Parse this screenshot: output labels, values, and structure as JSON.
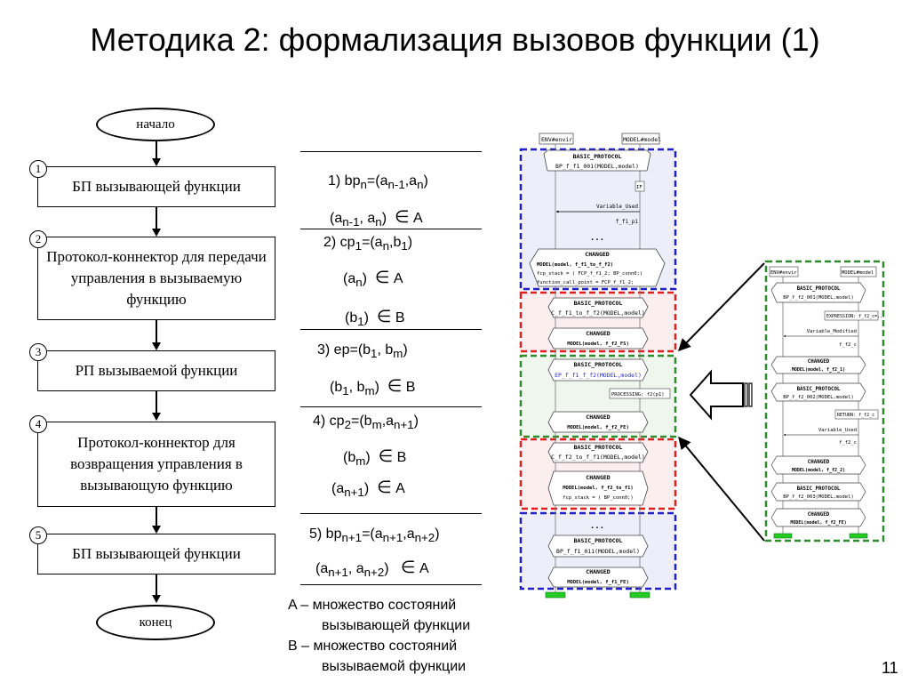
{
  "title": "Методика 2: формализация вызовов функции (1)",
  "flow": {
    "start": "начало",
    "end": "конец",
    "steps": [
      {
        "num": "1",
        "text": "БП вызывающей функции"
      },
      {
        "num": "2",
        "text": "Протокол-коннектор для передачи управления в вызываемую функцию"
      },
      {
        "num": "3",
        "text": "РП вызываемой функции"
      },
      {
        "num": "4",
        "text": "Протокол-коннектор для возвращения управления в вызывающую функцию"
      },
      {
        "num": "5",
        "text": "БП вызывающей функции"
      }
    ]
  },
  "formulas": {
    "f1": {
      "label": "1) bp",
      "sub_main": "n",
      "eq": "=(a",
      "s1": "n-1",
      "mid": ",a",
      "s2": "n",
      "end": ")"
    },
    "f1_set": {
      "a": "(a",
      "s1": "n-1",
      "b": ", a",
      "s2": "n",
      "c": ")",
      "sym": "∈",
      "set": "A"
    },
    "f2": {
      "label": "2) cp",
      "sub_main": "1",
      "eq": "=(a",
      "s1": "n",
      "mid": ",b",
      "s2": "1",
      "end": ")"
    },
    "f2_set1": {
      "a": "(a",
      "s1": "n",
      "c": ")",
      "sym": "∈",
      "set": "A"
    },
    "f2_set2": {
      "a": "(b",
      "s1": "1",
      "c": ")",
      "sym": "∈",
      "set": "B"
    },
    "f3": {
      "label": "3) ep",
      "eq": "=(b",
      "s1": "1",
      "mid": ", b",
      "s2": "m",
      "end": ")"
    },
    "f3_set": {
      "a": "(b",
      "s1": "1",
      "b": ", b",
      "s2": "m",
      "c": ")",
      "sym": "∈",
      "set": "B"
    },
    "f4": {
      "label": "4) cp",
      "sub_main": "2",
      "eq": "=(b",
      "s1": "m",
      "mid": ",a",
      "s2": "n+1",
      "end": ")"
    },
    "f4_set1": {
      "a": "(b",
      "s1": "m",
      "c": ")",
      "sym": "∈",
      "set": "B"
    },
    "f4_set2": {
      "a": "(a",
      "s1": "n+1",
      "c": ")",
      "sym": "∈",
      "set": "A"
    },
    "f5": {
      "label": "5) bp",
      "sub_main": "n+1",
      "eq": "=(a",
      "s1": "n+1",
      "mid": ",a",
      "s2": "n+2",
      "end": ")"
    },
    "f5_set": {
      "a": "(a",
      "s1": "n+1",
      "b": ", a",
      "s2": "n+2",
      "c": ")",
      "sym": "∈",
      "set": "A"
    }
  },
  "legend": {
    "a1": "A – множество состояний",
    "a2": "вызывающей функции",
    "b1": "B – множество состояний",
    "b2": "вызываемой функции"
  },
  "page_number": "11",
  "msc_main": {
    "env": "ENV#envir",
    "model": "MODEL#model",
    "b1_bp": "BASIC_PROTOCOL",
    "b1_name": "BP_f_f1_001(MODEL,model)",
    "b1_if": "IF",
    "b1_var": "Variable_Used",
    "b1_fp": "f_f1_p1",
    "b1_dots": "...",
    "b1_changed": "CHANGED",
    "b1_c1": "MODEL(model, f_f1_to_f_f2)",
    "b1_c2": "fcp_stack = ( FCP_f_f1_2; BP_conn0;)",
    "b1_c3": "function_call_point = FCP_f_f1_2;",
    "b2_bp": "BASIC_PROTOCOL",
    "b2_name": "C_f_f1_to_f_f2(MODEL,model)",
    "b2_changed": "CHANGED",
    "b2_c1": "MODEL(model, f_f2_FS)",
    "b3_bp": "BASIC_PROTOCOL",
    "b3_name": "EP_f_f1_f_f2(MODEL,model)",
    "b3_proc": "PROCESSING: f2(p1)",
    "b3_changed": "CHANGED",
    "b3_c1": "MODEL(model, f_f2_FE)",
    "b4_bp": "BASIC_PROTOCOL",
    "b4_name": "C_f_f2_to_f_f1(MODEL,model)",
    "b4_changed": "CHANGED",
    "b4_c1": "MODEL(model, f_f2_to_f1)",
    "b4_c2": "fcp_stack = ( BP_conn0;)",
    "b5_dots": "...",
    "b5_bp": "BASIC_PROTOCOL",
    "b5_name": "BP_f_f1_011(MODEL,model)",
    "b5_changed": "CHANGED",
    "b5_c1": "MODEL(model, f_f1_FE)"
  },
  "msc_side": {
    "env": "ENV#envir",
    "model": "MODEL#model",
    "r1_bp": "BASIC_PROTOCOL",
    "r1_name": "BP_f_f2_001(MODEL,model)",
    "r1_expr": "EXPRESSION: f_f2_c=...",
    "r1_var": "Variable_Modified",
    "r1_fc": "f_f2_c",
    "r2_changed": "CHANGED",
    "r2_c1": "MODEL(model, f_f2_1)",
    "r3_bp": "BASIC_PROTOCOL",
    "r3_name": "BP_f_f2_002(MODEL,model)",
    "r3_ret": "RETURN: f_f2_c",
    "r3_var": "Variable_Used",
    "r3_fc": "f_f2_c",
    "r4_changed": "CHANGED",
    "r4_c1": "MODEL(model, f_f2_2)",
    "r5_bp": "BASIC_PROTOCOL",
    "r5_name": "BP_f_f2_003(MODEL,model)",
    "r6_changed": "CHANGED",
    "r6_c1": "MODEL(model, f_f2_FE)"
  },
  "colors": {
    "blue": "#1f1fc8",
    "red": "#e01e1e",
    "green": "#2e8b2e",
    "blue_fill": "#eeeefa",
    "red_fill": "#fbeeee",
    "green_fill": "#eef6ee",
    "terminal_green": "#22cc22"
  }
}
